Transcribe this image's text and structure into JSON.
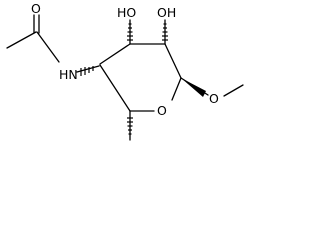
{
  "molecule": {
    "labels": {
      "carbonyl_oxygen": "O",
      "amide_nitrogen": "HN",
      "hydroxyl_3": "HO",
      "hydroxyl_2": "OH",
      "ring_oxygen": "O",
      "methoxy_oxygen": "O"
    }
  }
}
